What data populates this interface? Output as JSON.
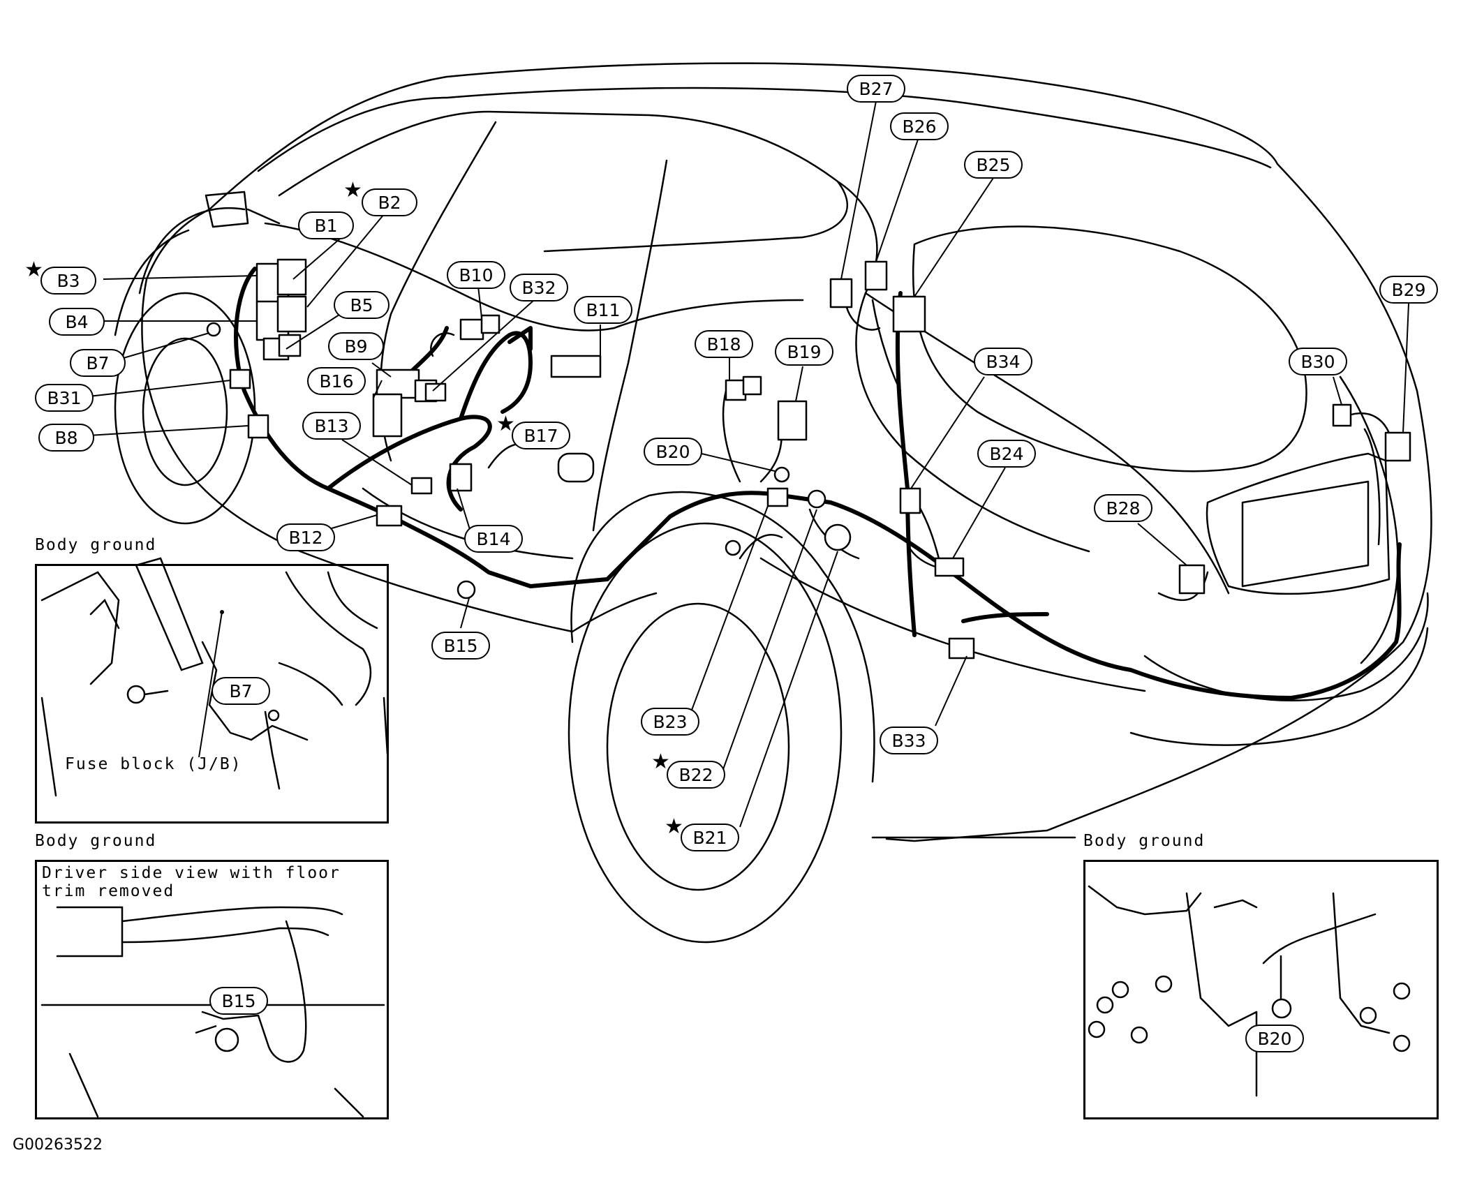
{
  "labels": {
    "B1": "B1",
    "B2": "B2",
    "B3": "B3",
    "B4": "B4",
    "B5": "B5",
    "B7": "B7",
    "B8": "B8",
    "B9": "B9",
    "B10": "B10",
    "B11": "B11",
    "B12": "B12",
    "B13": "B13",
    "B14": "B14",
    "B15": "B15",
    "B16": "B16",
    "B17": "B17",
    "B18": "B18",
    "B19": "B19",
    "B20": "B20",
    "B21": "B21",
    "B22": "B22",
    "B23": "B23",
    "B24": "B24",
    "B25": "B25",
    "B26": "B26",
    "B27": "B27",
    "B28": "B28",
    "B29": "B29",
    "B30": "B30",
    "B31": "B31",
    "B32": "B32",
    "B33": "B33",
    "B34": "B34"
  },
  "star_symbol": "★",
  "starred": [
    "B2",
    "B3",
    "B17",
    "B21",
    "B22"
  ],
  "insets": {
    "top_left": {
      "caption": "Body ground",
      "fuse_block": "Fuse block (J/B)",
      "ground_label": "B7"
    },
    "bottom_left": {
      "caption": "Body ground",
      "note": "Driver side view with floor trim removed",
      "ground_label": "B15"
    },
    "bottom_right": {
      "caption": "Body ground",
      "ground_label": "B20"
    }
  },
  "figure_id": "G00263522"
}
